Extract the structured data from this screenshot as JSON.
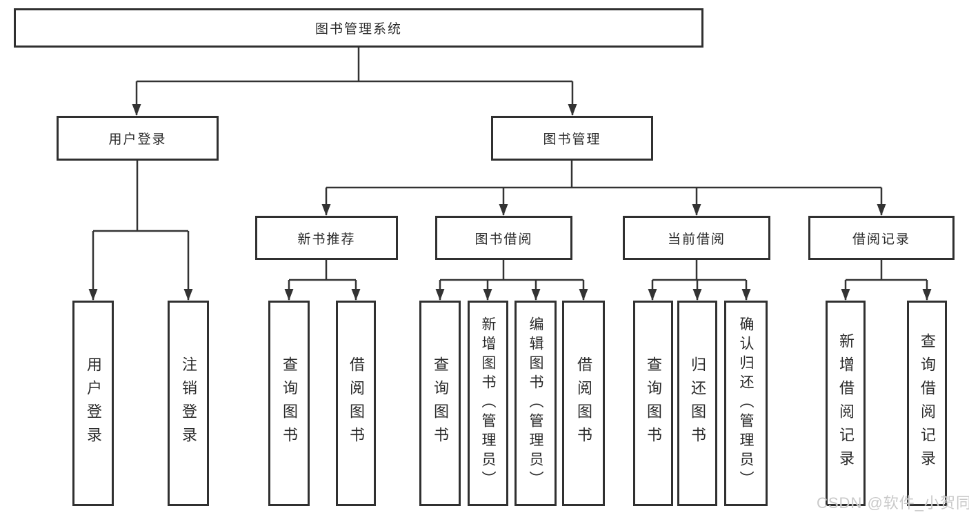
{
  "tree": {
    "label": "图书管理系统",
    "children": [
      {
        "label": "用户登录",
        "children": [
          {
            "label": "用户登录"
          },
          {
            "label": "注销登录"
          }
        ]
      },
      {
        "label": "图书管理",
        "children": [
          {
            "label": "新书推荐",
            "children": [
              {
                "label": "查询图书"
              },
              {
                "label": "借阅图书"
              }
            ]
          },
          {
            "label": "图书借阅",
            "children": [
              {
                "label": "查询图书"
              },
              {
                "label": "新增图书（管理员）"
              },
              {
                "label": "编辑图书（管理员）"
              },
              {
                "label": "借阅图书"
              }
            ]
          },
          {
            "label": "当前借阅",
            "children": [
              {
                "label": "查询图书"
              },
              {
                "label": "归还图书"
              },
              {
                "label": "确认归还（管理员）"
              }
            ]
          },
          {
            "label": "借阅记录",
            "children": [
              {
                "label": "新增借阅记录"
              },
              {
                "label": "查询借阅记录"
              }
            ]
          }
        ]
      }
    ]
  },
  "watermark": {
    "text": "CSDN @软件_小贺同学"
  },
  "colors": {
    "line": "#333333",
    "box_border": "#303030",
    "text": "#2b2b2b",
    "background": "#ffffff",
    "watermark": "#c9c9c9"
  }
}
